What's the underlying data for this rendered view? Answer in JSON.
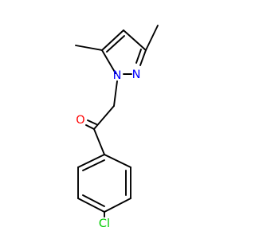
{
  "molecule": {
    "atoms": {
      "oxygen": {
        "symbol": "O",
        "color": "#ff0000"
      },
      "nitrogen_n1": {
        "symbol": "N",
        "color": "#0000ff"
      },
      "nitrogen_n2": {
        "symbol": "N",
        "color": "#0000ff"
      },
      "chlorine": {
        "symbol": "Cl",
        "color": "#00cc00"
      }
    }
  }
}
